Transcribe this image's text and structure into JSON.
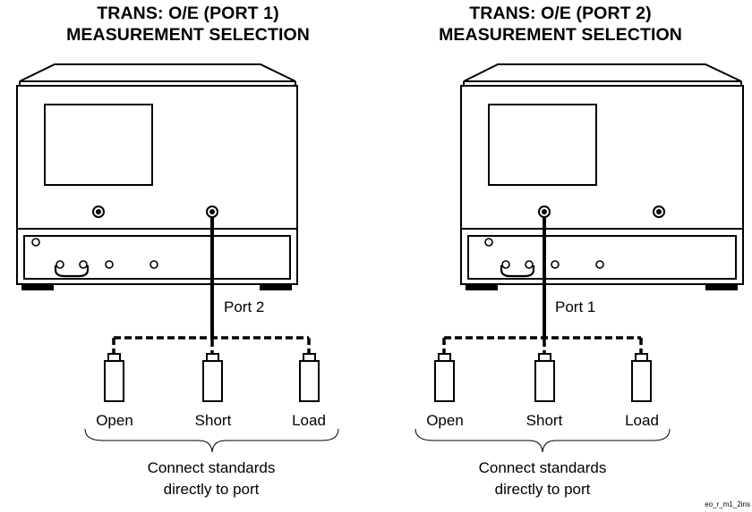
{
  "panels": [
    {
      "title_line1": "TRANS: O/E (PORT 1)",
      "title_line2": "MEASUREMENT SELECTION",
      "port_label": "Port 2",
      "standards": [
        "Open",
        "Short",
        "Load"
      ],
      "note_line1": "Connect standards",
      "note_line2": "directly to port"
    },
    {
      "title_line1": "TRANS: O/E (PORT 2)",
      "title_line2": "MEASUREMENT SELECTION",
      "port_label": "Port 1",
      "standards": [
        "Open",
        "Short",
        "Load"
      ],
      "note_line1": "Connect standards",
      "note_line2": "directly to port"
    }
  ],
  "file_label": "eo_r_m1_2ins"
}
